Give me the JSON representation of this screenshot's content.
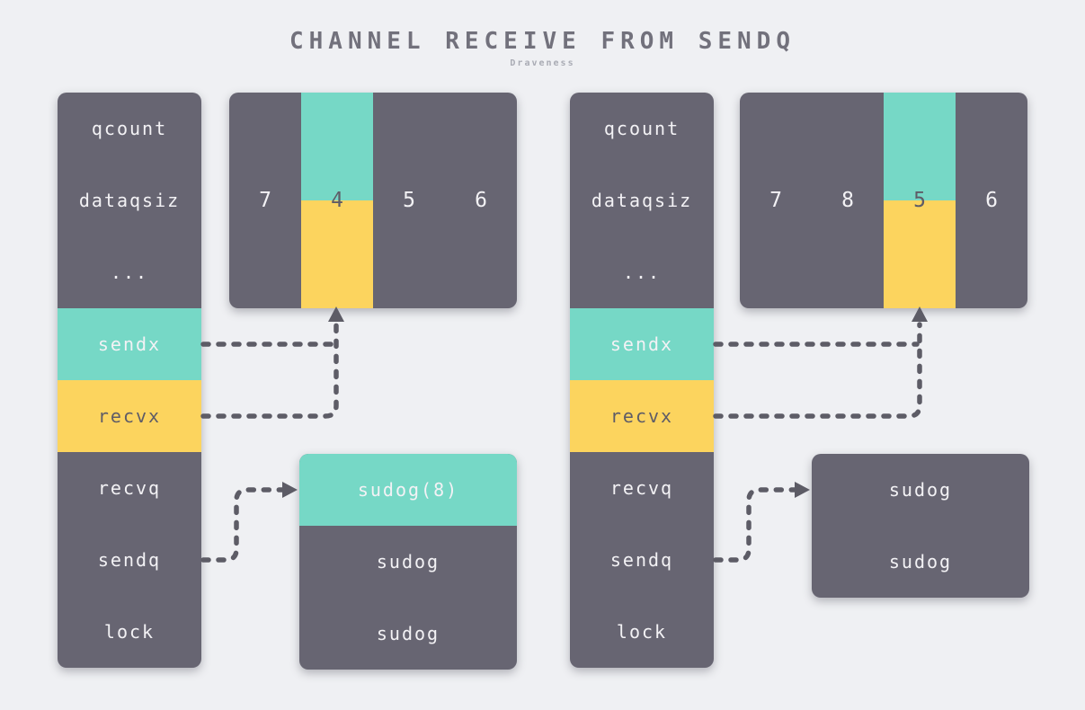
{
  "title": "CHANNEL RECEIVE FROM SENDQ",
  "subtitle": "Draveness",
  "colors": {
    "bg": "#eff0f3",
    "slate": "#676572",
    "teal": "#76d8c6",
    "yellow": "#fcd45e",
    "text-light": "#f3f2f5",
    "text-dark": "#5e5c67",
    "arrow": "#5d5c66",
    "title": "#72717c",
    "subtitle": "#a9abb4"
  },
  "left": {
    "struct": {
      "fields": [
        {
          "label": "qcount"
        },
        {
          "label": "dataqsiz"
        },
        {
          "label": "..."
        },
        {
          "label": "sendx",
          "highlight": "teal"
        },
        {
          "label": "recvx",
          "highlight": "yellow"
        },
        {
          "label": "recvq"
        },
        {
          "label": "sendq"
        },
        {
          "label": "lock"
        }
      ]
    },
    "buffer": {
      "cells": [
        {
          "value": "7"
        },
        {
          "value": "4",
          "highlight": "teal-yellow"
        },
        {
          "value": "5"
        },
        {
          "value": "6"
        }
      ]
    },
    "sudogs": {
      "rows": [
        {
          "label": "sudog(8)",
          "highlight": "teal"
        },
        {
          "label": "sudog"
        },
        {
          "label": "sudog"
        }
      ]
    }
  },
  "right": {
    "struct": {
      "fields": [
        {
          "label": "qcount"
        },
        {
          "label": "dataqsiz"
        },
        {
          "label": "..."
        },
        {
          "label": "sendx",
          "highlight": "teal"
        },
        {
          "label": "recvx",
          "highlight": "yellow"
        },
        {
          "label": "recvq"
        },
        {
          "label": "sendq"
        },
        {
          "label": "lock"
        }
      ]
    },
    "buffer": {
      "cells": [
        {
          "value": "7"
        },
        {
          "value": "8"
        },
        {
          "value": "5",
          "highlight": "teal-yellow"
        },
        {
          "value": "6"
        }
      ]
    },
    "sudogs": {
      "rows": [
        {
          "label": "sudog"
        },
        {
          "label": "sudog"
        }
      ]
    }
  }
}
